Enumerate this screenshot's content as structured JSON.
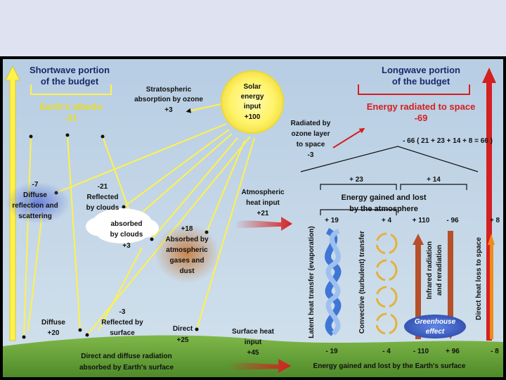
{
  "shortwave": {
    "title_1": "Shortwave portion",
    "title_2": "of the budget",
    "albedo_label": "Earth's albedo",
    "albedo_value": "-31"
  },
  "longwave": {
    "title_1": "Longwave portion",
    "title_2": "of the budget",
    "radiated_label": "Energy radiated to space",
    "radiated_value": "-69",
    "sum_equation": "- 66 ( 21 + 23 + 14 + 8 = 66 )"
  },
  "stratospheric": {
    "line_1": "Stratospheric",
    "line_2": "absorption by ozone",
    "value": "+3"
  },
  "solar": {
    "line_1": "Solar",
    "line_2": "energy",
    "line_3": "input",
    "value": "+100"
  },
  "ozone_layer": {
    "line_1": "Radiated by",
    "line_2": "ozone layer",
    "line_3": "to space",
    "value": "-3"
  },
  "diffuse_reflection": {
    "value": "-7",
    "line_1": "Diffuse",
    "line_2": "reflection and",
    "line_3": "scattering"
  },
  "clouds_reflected": {
    "value": "-21",
    "line_1": "Reflected",
    "line_2": "by clouds"
  },
  "clouds_absorbed": {
    "line_1": "absorbed",
    "line_2": "by clouds",
    "value": "+3"
  },
  "atmospheric_gases": {
    "value": "+18",
    "line_1": "Absorbed by",
    "line_2": "atmospheric",
    "line_3": "gases and",
    "line_4": "dust"
  },
  "atmospheric_heat": {
    "line_1": "Atmospheric",
    "line_2": "heat input",
    "value": "+21"
  },
  "atmosphere_budget": {
    "left_value": "+ 23",
    "right_value": "+ 14",
    "line_1": "Energy gained and lost",
    "line_2": "by the atmosphere"
  },
  "columns": {
    "latent_top": "+ 19",
    "latent_bottom": "- 19",
    "latent_label": "Latent heat transfer (evaporation)",
    "convective_top": "+ 4",
    "convective_bottom": "- 4",
    "convective_label": "Convective (turbulent) transfer",
    "infrared_top": "+ 110",
    "infrared_bottom": "- 110",
    "infrared_label_1": "Infrared radiation",
    "infrared_label_2": "and reradiation",
    "reradiation_top": "- 96",
    "reradiation_bottom": "+ 96",
    "direct_loss_top": "+ 8",
    "direct_loss_bottom": "- 8",
    "direct_loss_label": "Direct heat loss to space"
  },
  "greenhouse": {
    "line_1": "Greenhouse",
    "line_2": "effect"
  },
  "surface_reflected": {
    "value": "-3",
    "line_1": "Reflected by",
    "line_2": "surface"
  },
  "diffuse": {
    "label": "Diffuse",
    "value": "+20"
  },
  "direct": {
    "label": "Direct",
    "value": "+25"
  },
  "surface_heat": {
    "line_1": "Surface heat",
    "line_2": "input",
    "value": "+45"
  },
  "surface_absorbed": {
    "line_1": "Direct and diffuse radiation",
    "line_2": "absorbed by Earth's surface"
  },
  "surface_budget": {
    "label": "Energy gained and lost by the Earth's surface"
  },
  "colors": {
    "sky": "#a8c3de",
    "ground": "#6ea83c",
    "shortwave_yellow": "#fff24a",
    "longwave_red": "#d42020",
    "infrared_brown": "#b5502a",
    "direct_loss_orange": "#f08a18",
    "title_text": "#1a2a6c"
  }
}
